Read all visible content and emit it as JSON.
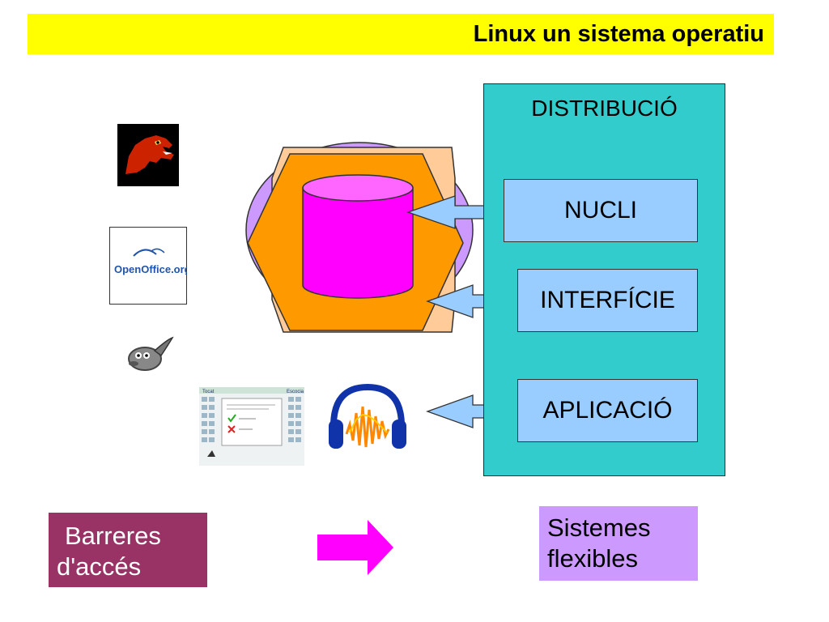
{
  "title": "Linux un sistema operatiu",
  "distribution": {
    "heading": "DISTRIBUCIÓ",
    "layers": [
      "NUCLI",
      "INTERFÍCIE",
      "APLICACIÓ"
    ]
  },
  "bottom": {
    "left_label_line1": "Barreres",
    "left_label_line2": "d'accés",
    "right_label_line1": "Sistemes",
    "right_label_line2": "flexibles"
  },
  "app_icons": [
    {
      "name": "mozilla-dinosaur-icon"
    },
    {
      "name": "openoffice-logo-icon",
      "text": "OpenOffice.org"
    },
    {
      "name": "gimp-mascot-icon"
    },
    {
      "name": "educational-app-screenshot-icon",
      "text_left": "Tocat",
      "text_right": "Escocia"
    },
    {
      "name": "audacity-headphones-icon"
    }
  ],
  "colors": {
    "title_bar": "#ffff00",
    "distribution_box": "#33cccc",
    "layer_box": "#99ccff",
    "barrier_box": "#993366",
    "flexible_box": "#cc99ff",
    "arrow": "#ff00ff",
    "kernel_cylinder": "#ff00ff",
    "hexagon": "#ff9900",
    "ellipse": "#cc99ff"
  }
}
